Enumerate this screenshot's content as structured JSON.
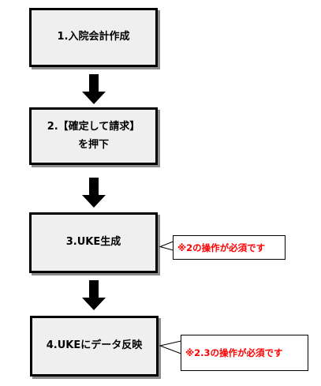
{
  "steps": [
    {
      "lines": [
        "1.入院会計作成"
      ]
    },
    {
      "lines": [
        "2.【確定して請求】",
        "を押下"
      ]
    },
    {
      "lines": [
        "3.UKE生成"
      ]
    },
    {
      "lines": [
        "4.UKEにデータ反映"
      ]
    }
  ],
  "notes": [
    {
      "text": "※2の操作が必須です"
    },
    {
      "text": "※2.3の操作が必須です"
    }
  ],
  "colors": {
    "box_fill": "#efefef",
    "box_border": "#000000",
    "arrow": "#000000",
    "note_text": "#ff0000"
  }
}
